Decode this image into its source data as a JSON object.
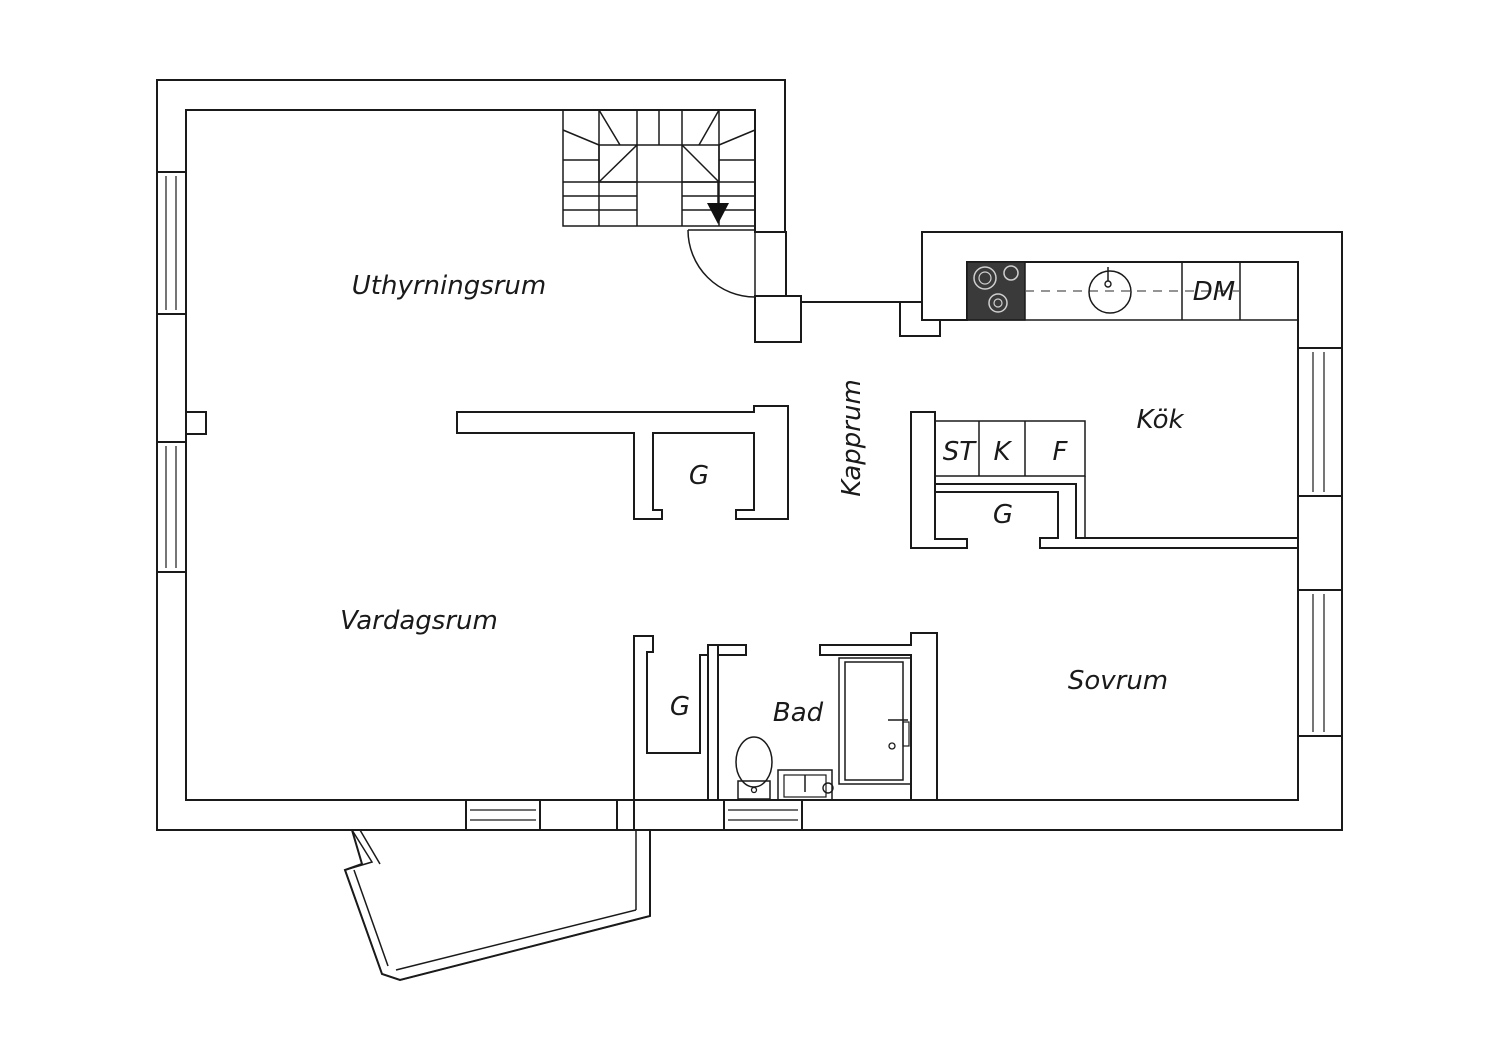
{
  "rooms": {
    "uthyrningsrum": "Uthyrningsrum",
    "vardagsrum": "Vardagsrum",
    "kapprum": "Kapprum",
    "kok": "Kök",
    "sovrum": "Sovrum",
    "bad": "Bad"
  },
  "closets": {
    "g1": "G",
    "g2": "G",
    "g3": "G"
  },
  "appliances": {
    "st": "ST",
    "k": "K",
    "f": "F",
    "dm": "DM"
  },
  "icons": [
    "stairs-icon",
    "down-arrow-icon",
    "door-swing-icon",
    "stove-icon",
    "sink-icon",
    "toilet-icon",
    "bathtub-icon",
    "window-icon"
  ],
  "colors": {
    "walls": "#1a1a1a",
    "stove": "#3a3a3a",
    "background": "#ffffff"
  }
}
